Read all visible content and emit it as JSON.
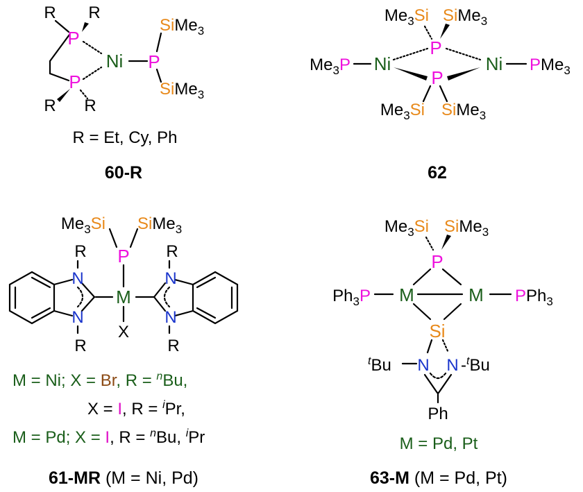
{
  "colors": {
    "black": "#000000",
    "phosphorus": "#ee11dd",
    "silicon": "#e8891a",
    "metal": "#1a5e1a",
    "nitrogen": "#1a35cc",
    "bromine": "#8b4a14",
    "iodine": "#e011c8"
  },
  "s60": {
    "R_tl": "R",
    "R_tr": "R",
    "R_bl": "R",
    "R_br": "R",
    "P1": "P",
    "P2": "P",
    "Ni": "Ni",
    "Pp": "P",
    "Si1_a": "Si",
    "Si1_b": "Me",
    "Si1_c": "3",
    "Si2_a": "Si",
    "Si2_b": "Me",
    "Si2_c": "3",
    "def": "R = Et, Cy, Ph",
    "label": "60-R"
  },
  "s62": {
    "tl_a": "Me",
    "tl_b": "3",
    "tl_c": "Si",
    "tr_a": "Si",
    "tr_b": "Me",
    "tr_c": "3",
    "Ptop": "P",
    "Pbot": "P",
    "NiL": "Ni",
    "NiR": "Ni",
    "ML_a": "Me",
    "ML_b": "3",
    "ML_c": "P",
    "MR_a": "P",
    "MR_b": "Me",
    "MR_c": "3",
    "bl_a": "Me",
    "bl_b": "3",
    "bl_c": "Si",
    "br_a": "Si",
    "br_b": "Me",
    "br_c": "3",
    "label": "62"
  },
  "s61": {
    "tl_a": "Me",
    "tl_b": "3",
    "tl_c": "Si",
    "tr_a": "Si",
    "tr_b": "Me",
    "tr_c": "3",
    "P": "P",
    "M": "M",
    "X": "X",
    "N1": "N",
    "N2": "N",
    "N3": "N",
    "N4": "N",
    "R1": "R",
    "R2": "R",
    "R3": "R",
    "R4": "R",
    "l1_a": "M = Ni; X = ",
    "l1_b": "Br",
    "l1_c": ", R = ",
    "l1_d": "n",
    "l1_e": "Bu,",
    "l2_a": "X = ",
    "l2_b": "I",
    "l2_c": ", R = ",
    "l2_d": "i",
    "l2_e": "Pr,",
    "l3_a": "M = Pd; X = ",
    "l3_b": "I",
    "l3_c": ", R = ",
    "l3_d": "n",
    "l3_e": "Bu, ",
    "l3_f": "i",
    "l3_g": "Pr",
    "label_bold": "61-MR",
    "label_rest": " (M = Ni, Pd)"
  },
  "s63": {
    "tl_a": "Me",
    "tl_b": "3",
    "tl_c": "Si",
    "tr_a": "Si",
    "tr_b": "Me",
    "tr_c": "3",
    "P": "P",
    "ML": "M",
    "MR": "M",
    "Si": "Si",
    "PL_a": "Ph",
    "PL_b": "3",
    "PL_c": "P",
    "PR_a": "P",
    "PR_b": "Ph",
    "PR_c": "3",
    "NL_sup": "t",
    "NL_bu": "Bu",
    "NL_N": "N",
    "NR_N": "N",
    "NR_sup": "t",
    "NR_bu": "Bu",
    "Ph": "Ph",
    "def": "M = Pd, Pt",
    "label_bold": "63-M",
    "label_rest": " (M = Pd, Pt)"
  }
}
